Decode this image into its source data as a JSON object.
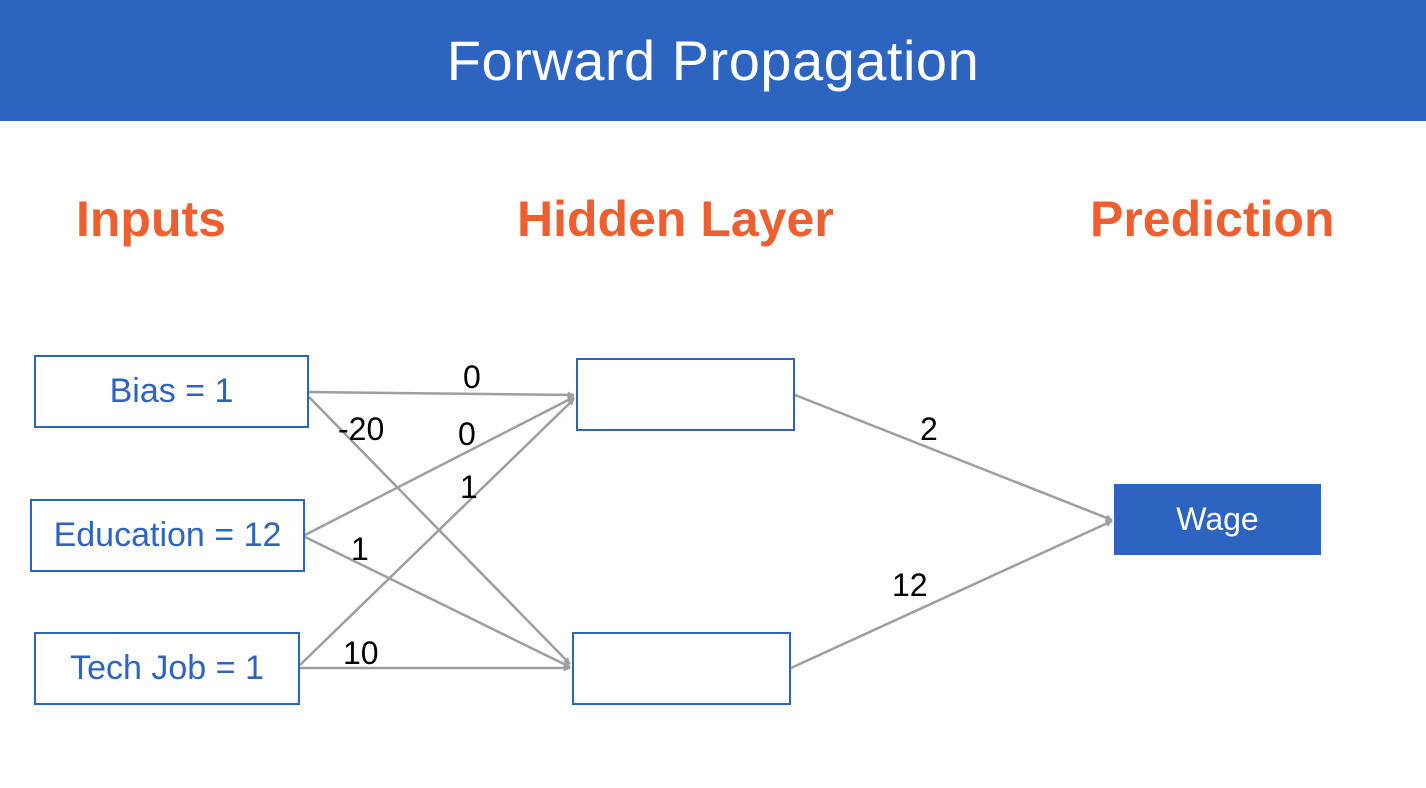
{
  "title": "Forward Propagation",
  "headings": {
    "inputs": "Inputs",
    "hidden": "Hidden Layer",
    "prediction": "Prediction"
  },
  "nodes": {
    "bias": "Bias = 1",
    "education": "Education = 12",
    "tech_job": "Tech Job = 1",
    "hidden_1": "",
    "hidden_2": "",
    "wage": "Wage"
  },
  "weights": {
    "bias_to_h1": "0",
    "bias_to_h2": "-20",
    "edu_to_h1": "0",
    "edu_to_h2": "1",
    "tech_to_h1": "1",
    "tech_to_h2": "10",
    "h1_to_wage": "2",
    "h2_to_wage": "12"
  },
  "colors": {
    "title_bar": "#2c64bf",
    "heading": "#ee5f30",
    "node_border": "#2c64bf",
    "edge": "#9e9e9e"
  }
}
